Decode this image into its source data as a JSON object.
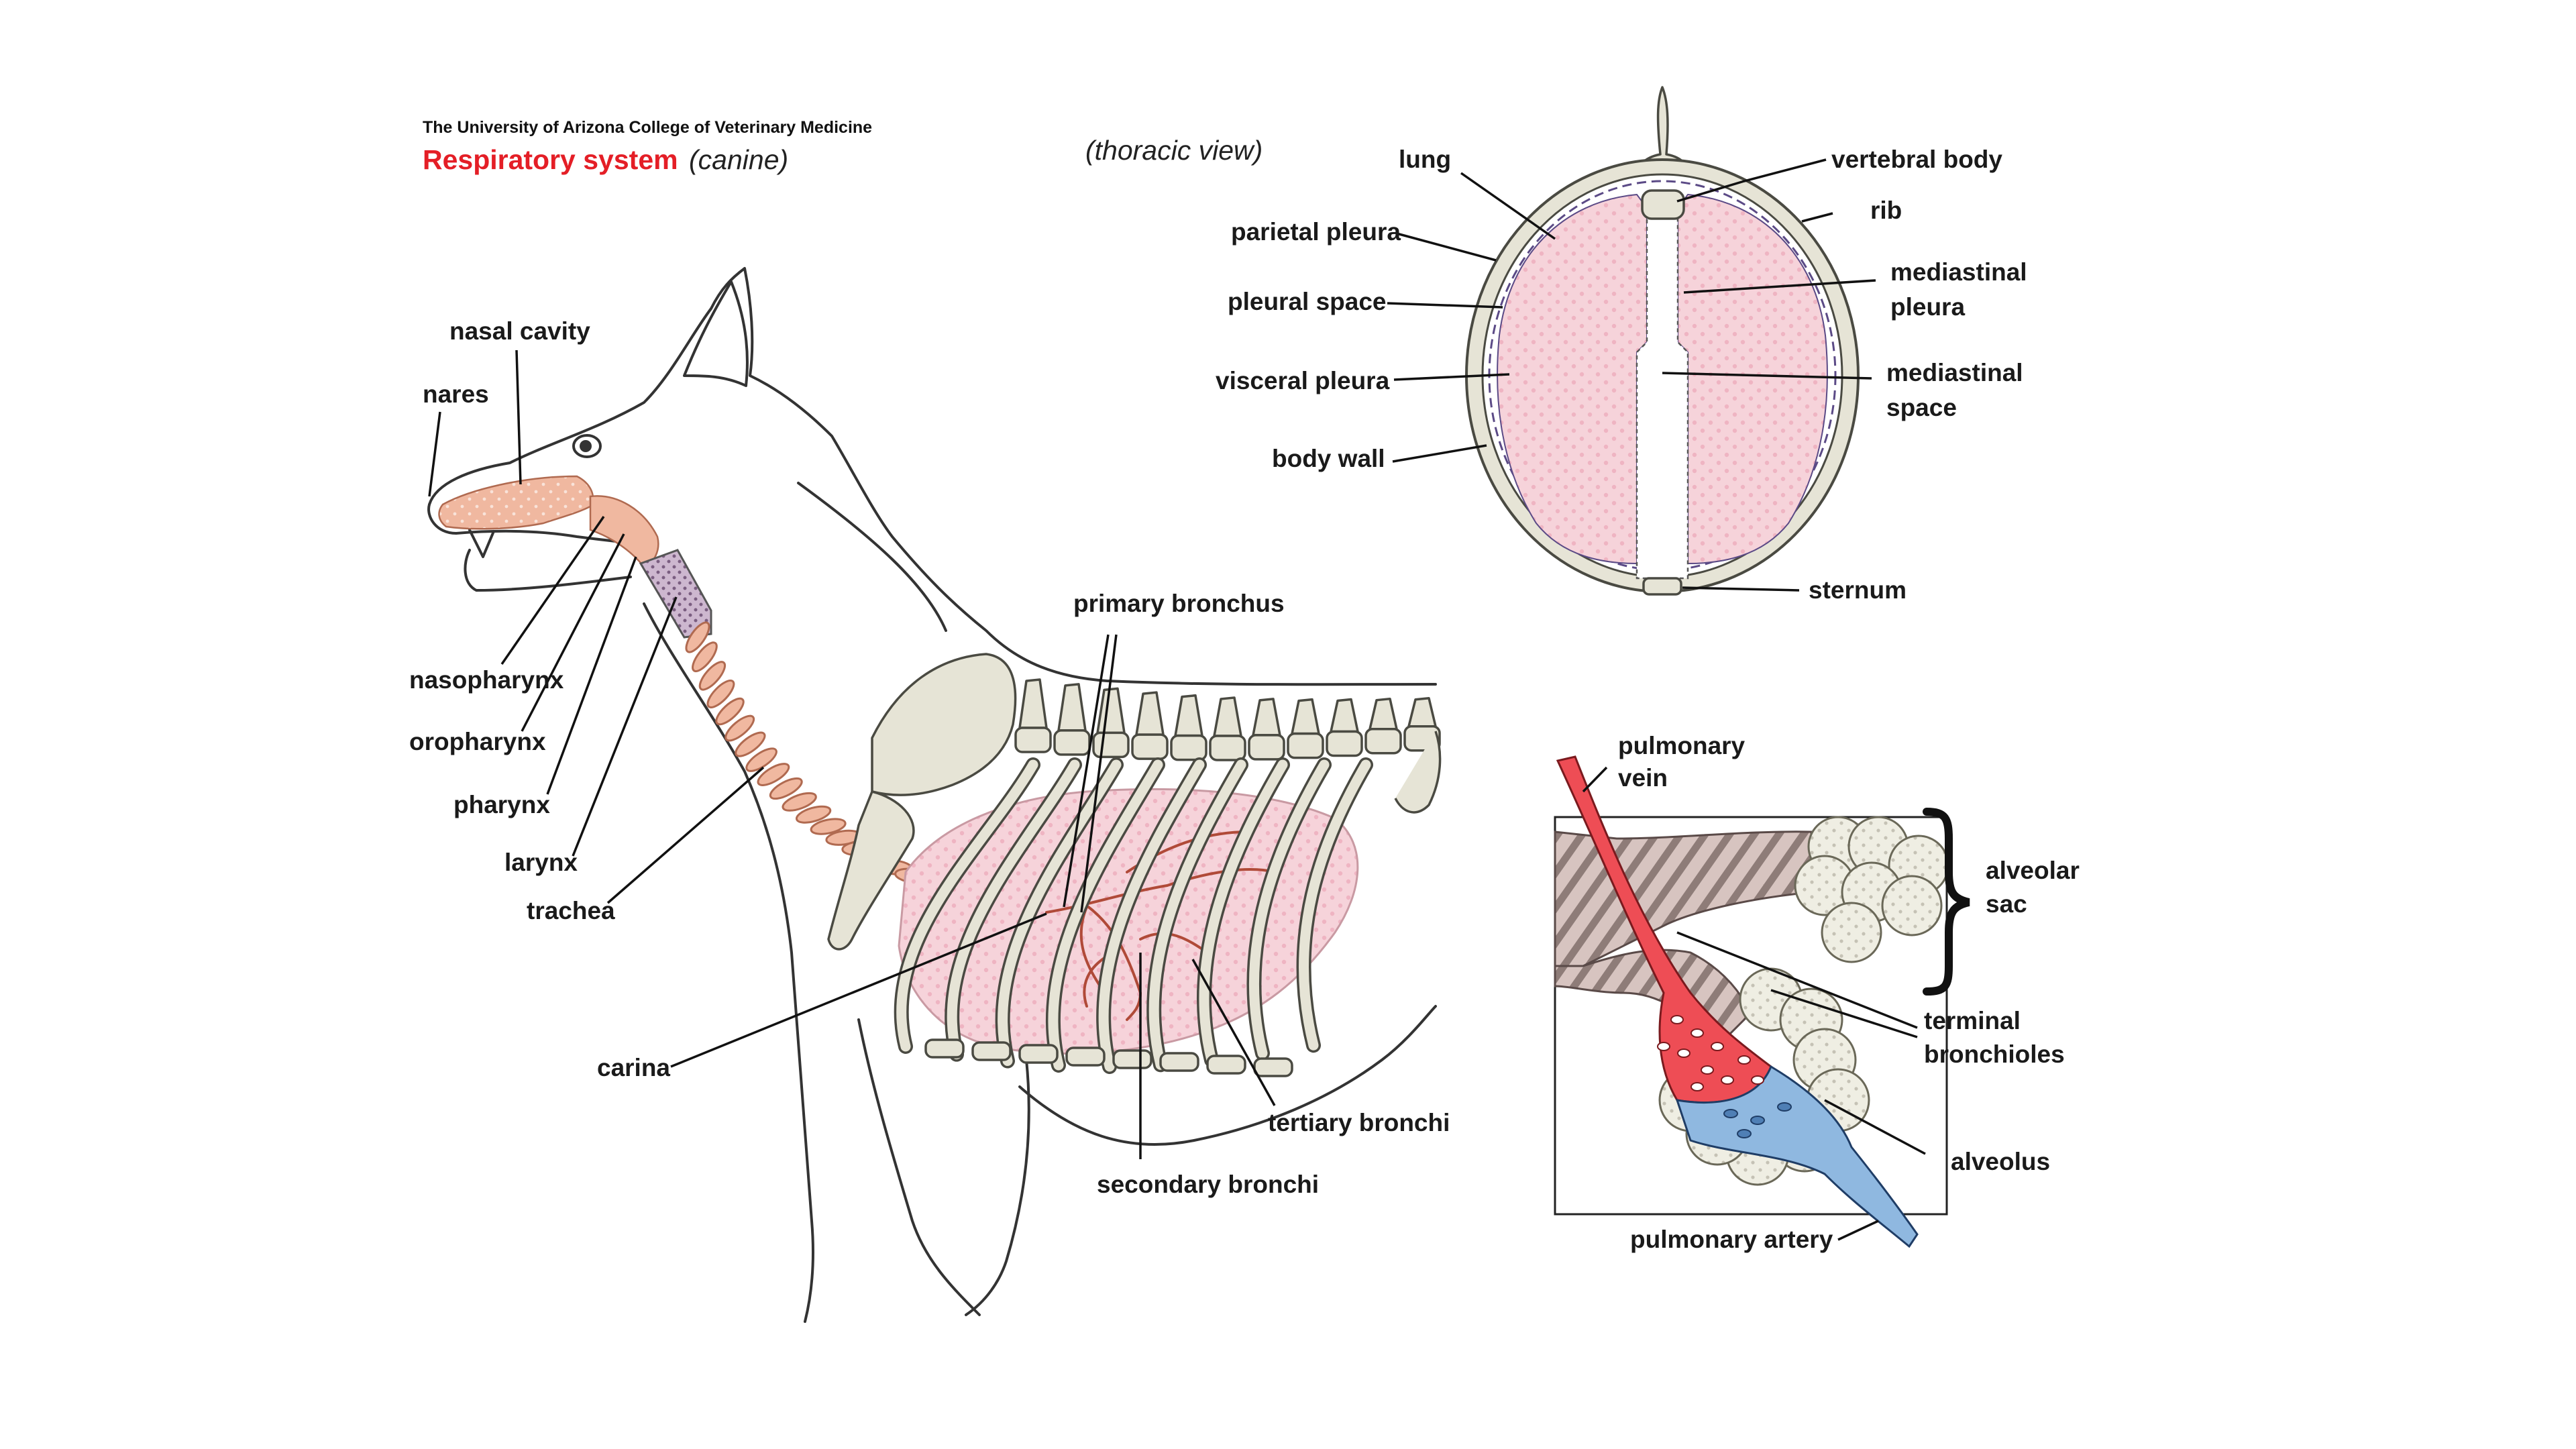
{
  "header": {
    "institution": "The University of Arizona College of Veterinary Medicine",
    "title": "Respiratory system",
    "subtitle": "(canine)"
  },
  "thoracic_view": {
    "caption": "(thoracic view)",
    "labels": {
      "lung": "lung",
      "vertebral_body": "vertebral body",
      "rib": "rib",
      "parietal_pleura": "parietal pleura",
      "pleural_space": "pleural space",
      "mediastinal_pleura_1": "mediastinal",
      "mediastinal_pleura_2": "pleura",
      "visceral_pleura": "visceral pleura",
      "mediastinal_space_1": "mediastinal",
      "mediastinal_space_2": "space",
      "body_wall": "body wall",
      "sternum": "sternum"
    }
  },
  "dog_view": {
    "labels": {
      "nasal_cavity": "nasal cavity",
      "nares": "nares",
      "nasopharynx": "nasopharynx",
      "oropharynx": "oropharynx",
      "pharynx": "pharynx",
      "larynx": "larynx",
      "trachea": "trachea",
      "carina": "carina",
      "primary_bronchus": "primary bronchus",
      "secondary_bronchi": "secondary bronchi",
      "tertiary_bronchi": "tertiary bronchi"
    }
  },
  "alveolar_view": {
    "labels": {
      "pulmonary_vein_1": "pulmonary",
      "pulmonary_vein_2": "vein",
      "alveolar_sac_1": "alveolar",
      "alveolar_sac_2": "sac",
      "terminal_bronchioles_1": "terminal",
      "terminal_bronchioles_2": "bronchioles",
      "alveolus": "alveolus",
      "pulmonary_artery": "pulmonary artery"
    }
  },
  "colors": {
    "title_red": "#e41e26",
    "lung_pink": "#f6d3da",
    "dot_pink": "#e89aae",
    "airway": "#f0b8a0",
    "bone": "#e6e4d6",
    "vein_red": "#ee4d55",
    "artery_blue": "#8fb8e0"
  }
}
